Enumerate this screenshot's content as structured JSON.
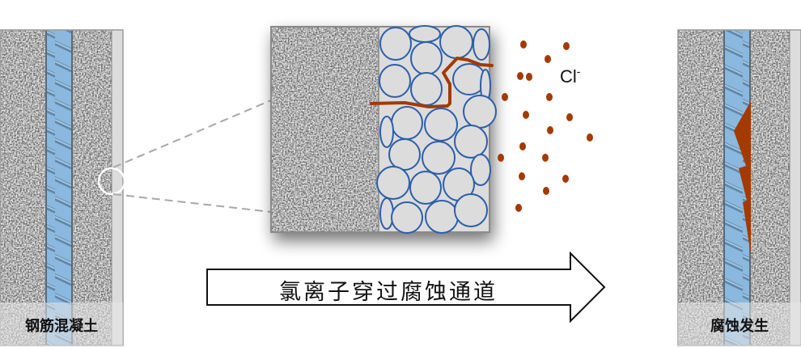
{
  "left_panel": {
    "label": "钢筋混凝土",
    "description": "reinforced concrete with intact rebar"
  },
  "right_panel": {
    "label": "腐蚀发生",
    "description": "rebar with corrosion damage"
  },
  "center_panel": {
    "description": "magnified concrete section with aggregate particles and crack channel"
  },
  "arrow": {
    "label": "氯离子穿过腐蚀通道"
  },
  "ion": {
    "symbol": "Cl",
    "charge": "-"
  },
  "colors": {
    "rebar": "#8ab8de",
    "rebar_dark": "#5a7f9e",
    "corrosion": "#a33a00",
    "particle_stroke": "#2d5ea8",
    "particle_fill": "#dcdcdc",
    "concrete_bg": "#9a9a9a",
    "border": "#888888"
  }
}
